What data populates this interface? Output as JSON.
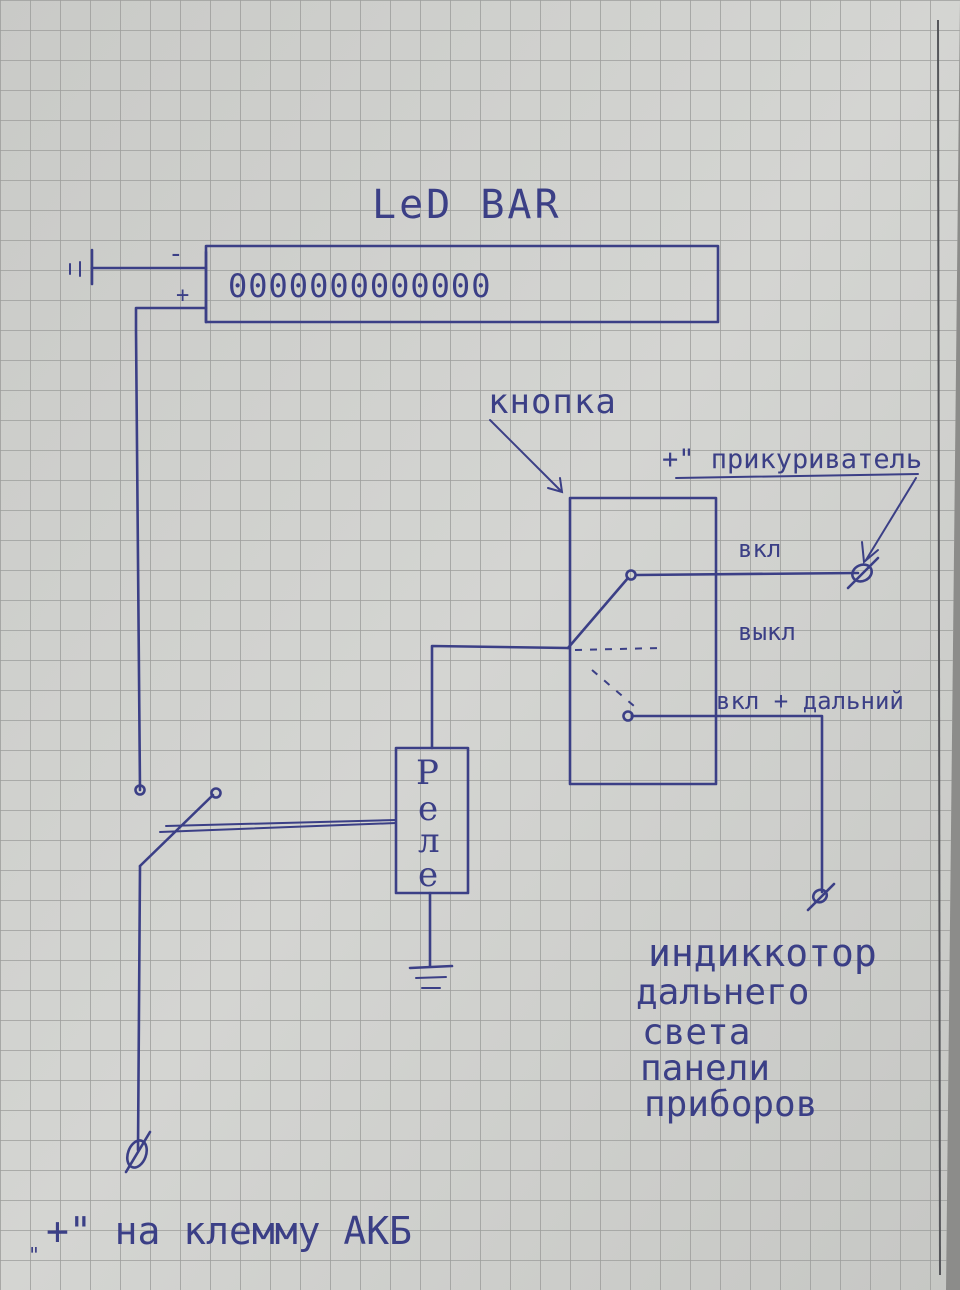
{
  "led_bar": {
    "title": "LeD BAR",
    "led_dots": "0000000000000",
    "minus_label": "-",
    "plus_label": "+"
  },
  "ground_label": "11",
  "button": {
    "label": "кнопка",
    "position_on": "вкл",
    "position_off": "выкл",
    "position_on_high": "вкл + дальний"
  },
  "lighter": {
    "label": "+\" прикуриватель"
  },
  "relay": {
    "letters": [
      "Р",
      "е",
      "л",
      "е"
    ]
  },
  "indicator": {
    "lines": [
      "индиккотор",
      "дальнего",
      "света",
      "панели",
      "приборов"
    ]
  },
  "battery": {
    "quote": "\"",
    "label": "+\" на клемму АКБ"
  },
  "colors": {
    "paper": "#cfd0cd",
    "grid": "#9a9b9a",
    "ink": "#3b3f86"
  }
}
